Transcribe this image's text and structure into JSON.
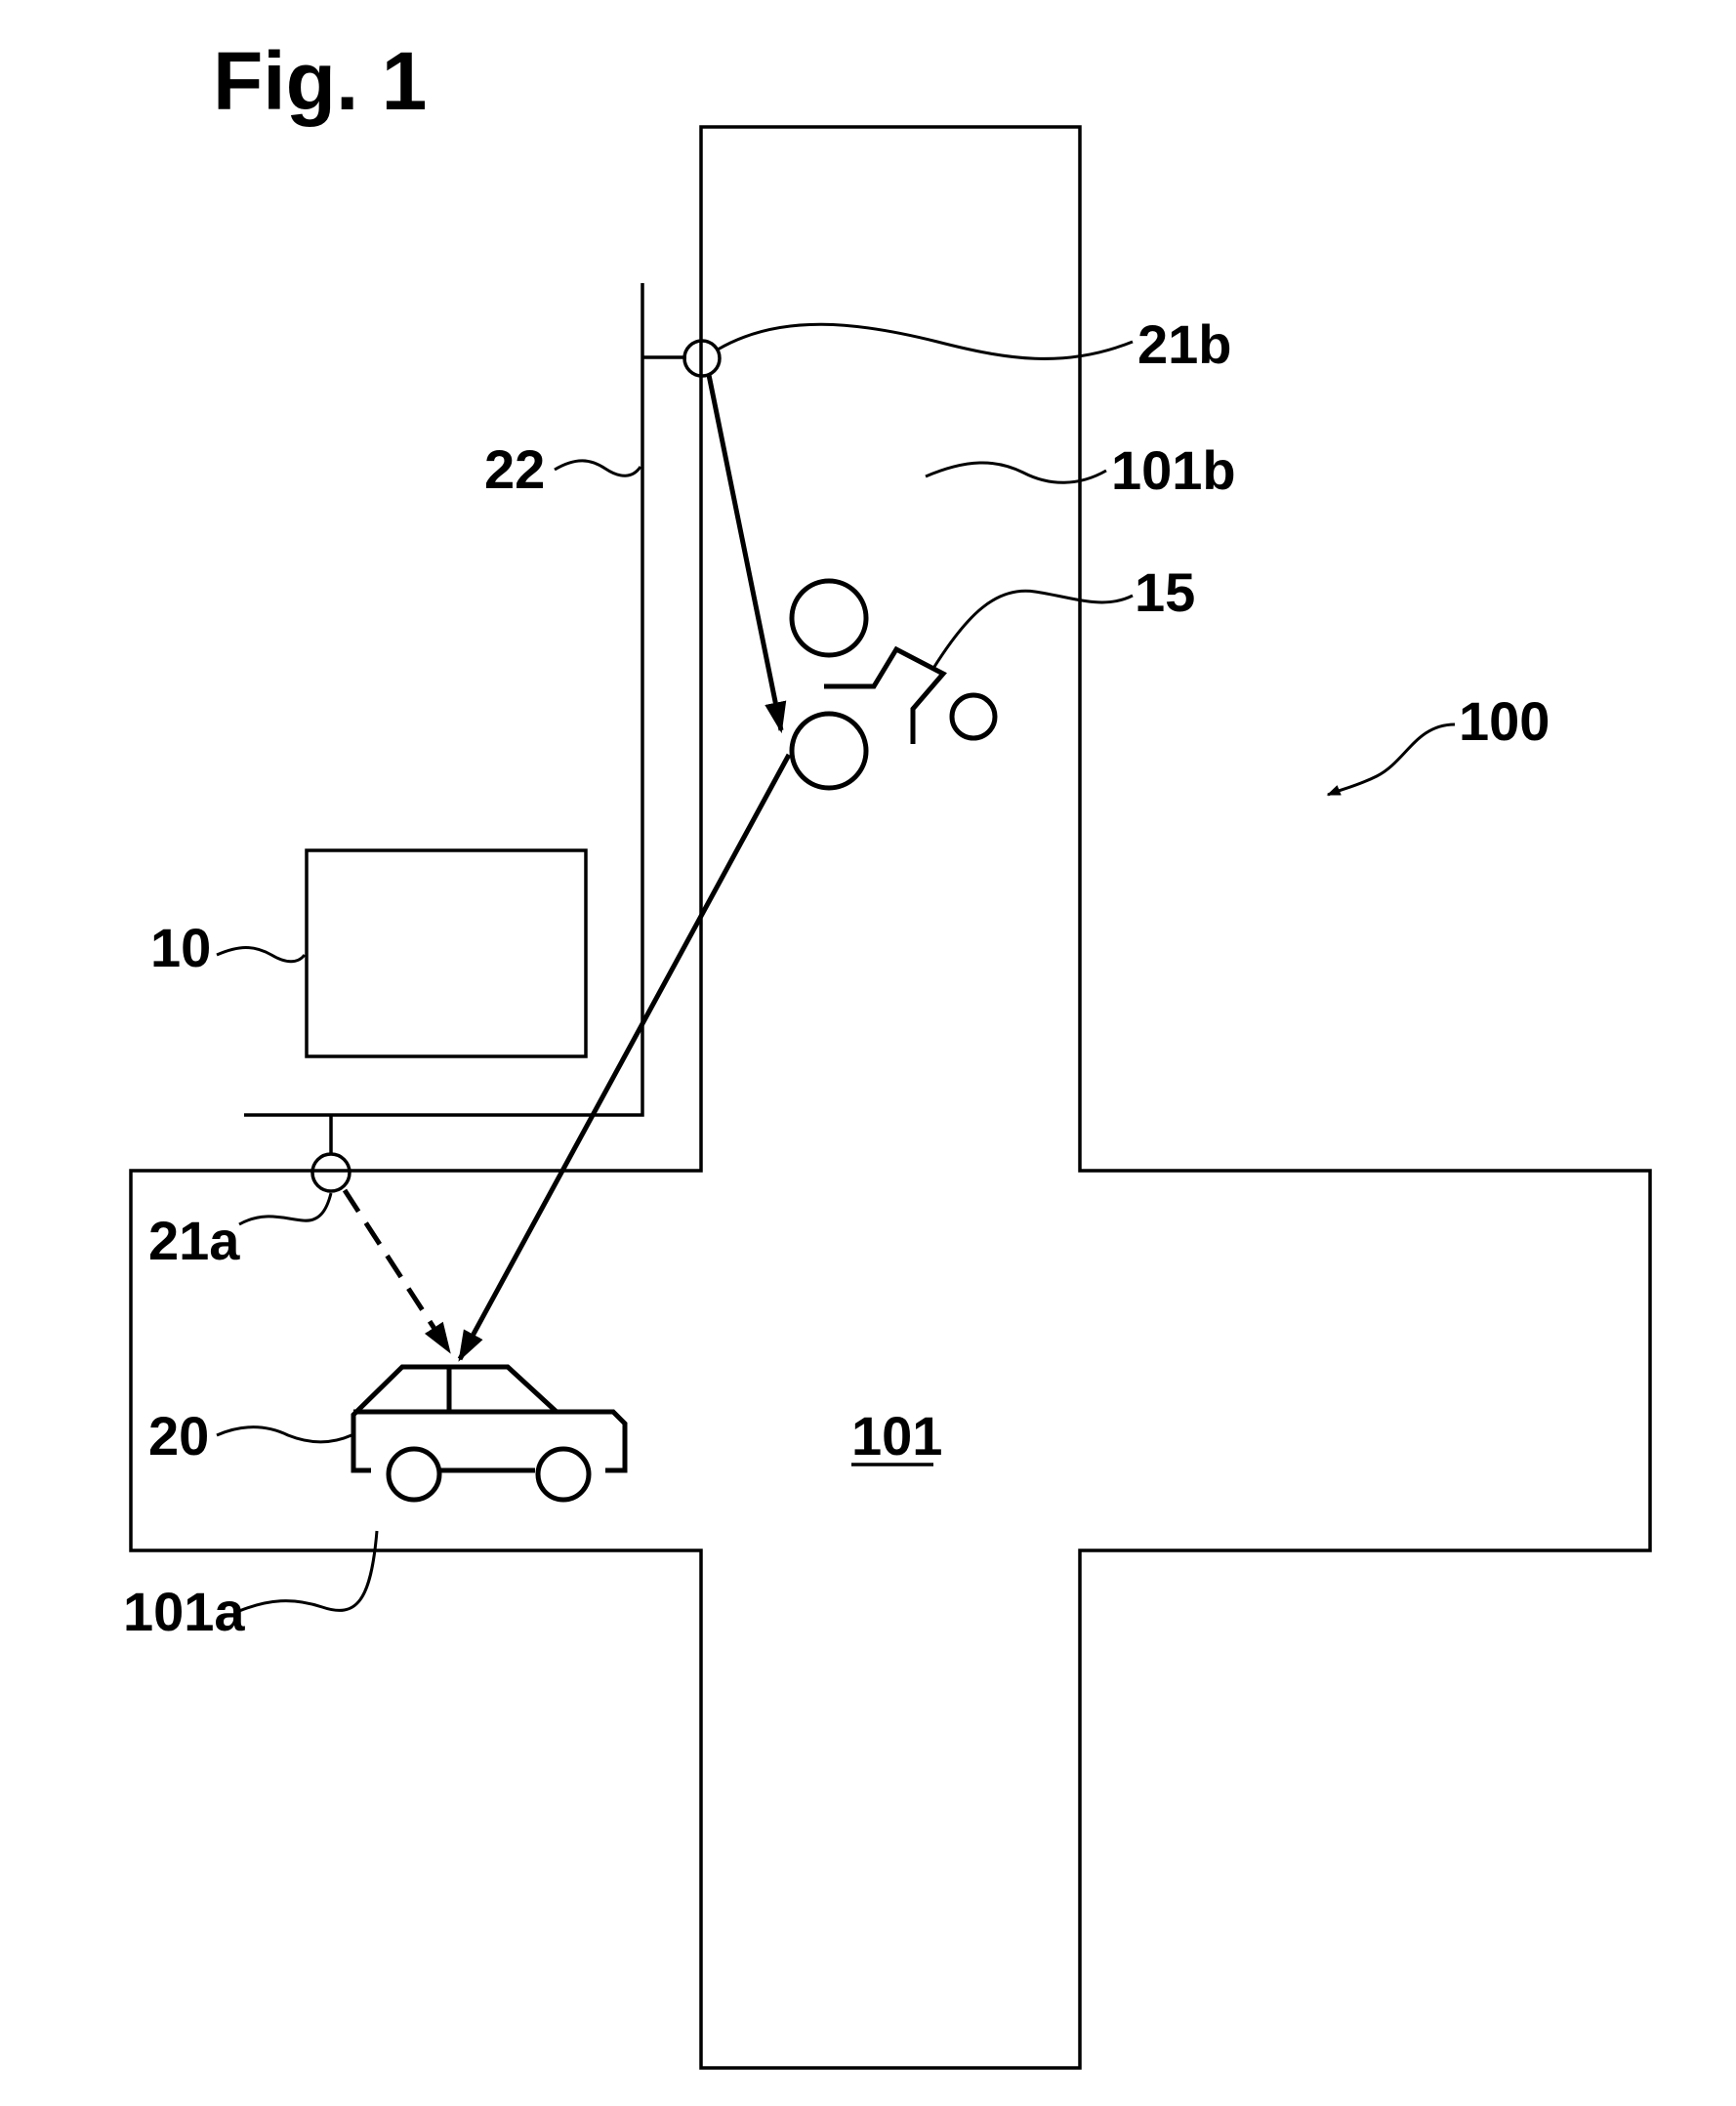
{
  "figure": {
    "title": "Fig. 1",
    "labels": {
      "system": "100",
      "control_unit": "10",
      "line": "22",
      "sensor_a": "21a",
      "sensor_b": "21b",
      "street_area_b": "101b",
      "street_area_a": "101a",
      "intersection": "101",
      "vehicle": "20",
      "cyclist": "15"
    }
  }
}
